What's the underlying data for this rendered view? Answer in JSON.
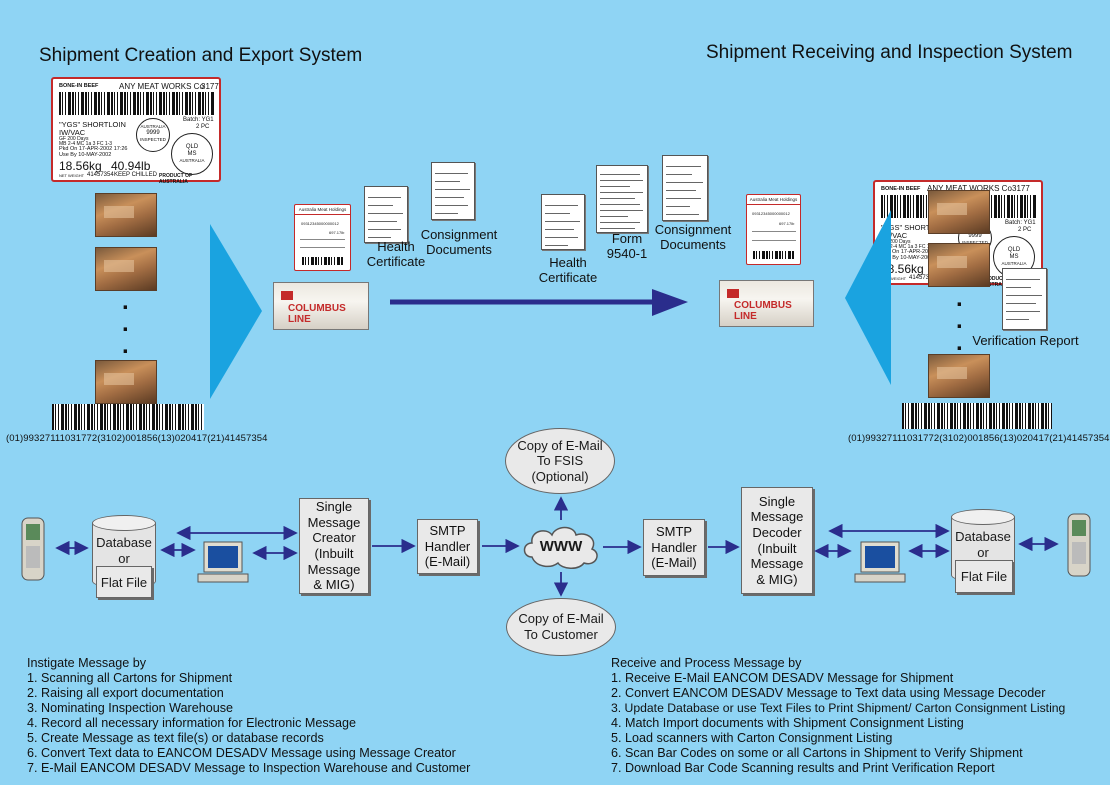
{
  "titles": {
    "left": "Shipment Creation and Export System",
    "right": "Shipment Receiving and Inspection System"
  },
  "carton_label": {
    "top_left": "BONE-IN BEEF",
    "company": "ANY MEAT WORKS Co",
    "number": "3177",
    "batch": "Batch: YG1",
    "pieces": "2 PC",
    "product": "\"YGS\" SHORTLOIN",
    "pack": "IW/VAC",
    "line1": "GF 200 Days",
    "line2": "MB 2-4 MC 1a 3 FC 1-3",
    "packed": "Pkd On 17-APR-2002 17:26",
    "use_by": "Use By 10-MAY-2002",
    "weight_kg": "18.56kg",
    "weight_lb": "40.94lb",
    "net_weight_label": "NET WEIGHT",
    "serial": "41457354",
    "keep": "KEEP CHILLED",
    "origin": "PRODUCT OF AUSTRALIA",
    "stamp_top": "AUSTRALIA",
    "stamp_num": "9999",
    "stamp_bottom": "INSPECTED",
    "stamp2_top": "QLD",
    "stamp2_mid": "MS",
    "stamp2_bottom": "AUSTRALIA"
  },
  "consignment_card": {
    "title": "Australia Meat Holdings",
    "ref": "09312345000000012",
    "id": "697.17lb"
  },
  "container_text": "COLUMBUS LINE",
  "barcode_text": "(01)99327111031772(3102)001856(13)020417(21)41457354",
  "docs": {
    "health_cert_left": "Health\nCertificate",
    "consignment_left": "Consignment\nDocuments",
    "health_cert_right": "Health\nCertificate",
    "form": "Form\n9540-1",
    "consignment_right": "Consignment\nDocuments",
    "verification": "Verification Report"
  },
  "flow": {
    "db_left": "Database\nor",
    "flat_left": "Flat File",
    "creator": "Single\nMessage\nCreator\n(Inbuilt\nMessage\n& MIG)",
    "smtp_left": "SMTP\nHandler\n(E-Mail)",
    "www": "WWW",
    "fsis": "Copy of E-Mail\nTo FSIS\n(Optional)",
    "customer": "Copy of E-Mail\nTo Customer",
    "smtp_right": "SMTP\nHandler\n(E-Mail)",
    "decoder": "Single\nMessage\nDecoder\n(Inbuilt\nMessage\n& MIG)",
    "db_right": "Database\nor",
    "flat_right": "Flat File"
  },
  "instigate": {
    "heading": "Instigate Message by",
    "items": [
      "1. Scanning all Cartons for Shipment",
      "2. Raising all export documentation",
      "3. Nominating Inspection Warehouse",
      "4. Record all necessary information for Electronic Message",
      "5. Create Message as text file(s) or database records",
      "6. Convert Text data to EANCOM DESADV Message using Message Creator",
      "7. E-Mail EANCOM DESADV Message to Inspection Warehouse and Customer"
    ]
  },
  "receive": {
    "heading": "Receive and Process  Message by",
    "items": [
      "1. Receive E-Mail EANCOM DESADV Message for Shipment",
      "2. Convert EANCOM DESADV Message  to Text data  using Message Decoder",
      "3. Update Database or use Text Files to Print Shipment/ Carton Consignment Listing",
      "4. Match Import documents with Shipment Consignment Listing",
      "5. Load scanners with Carton Consignment Listing",
      "6. Scan Bar Codes on some or all Cartons in Shipment to Verify Shipment",
      "7. Download Bar Code Scanning results and Print Verification Report"
    ]
  },
  "colors": {
    "background": "#8fd4f4",
    "triangle": "#1aa3e0",
    "main_arrow": "#2a2d8c",
    "flow_arrow": "#2a2d8c",
    "label_border": "#c42a2a"
  }
}
